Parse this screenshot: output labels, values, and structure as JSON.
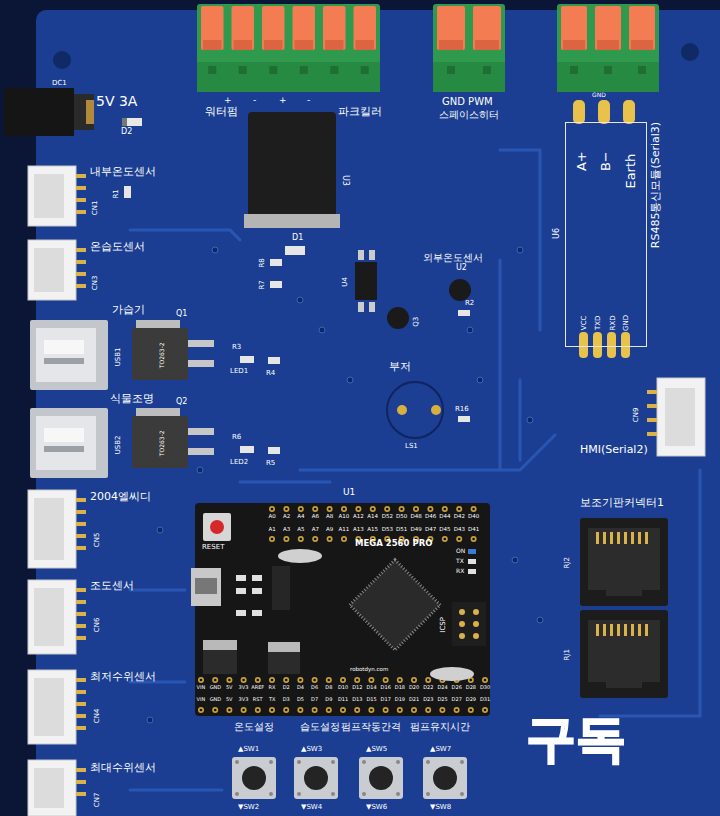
{
  "diagram": {
    "nodes": [
      {
        "text": [
          "U1",
          "MEGA 2560 PRO"
        ]
      },
      {
        "text": [
          "RS485통신모듈(Serial3)",
          "U6",
          "A+",
          "B−",
          "Earth",
          "VCC",
          "TXD",
          "RXD",
          "GND"
        ]
      }
    ],
    "labels": [
      "+",
      "-",
      "+",
      "-",
      "워터펌",
      "파크킬러",
      "GND PWM",
      "스페이스히터",
      "GND",
      "DC1",
      "5V 3A",
      "D2",
      "내부온도센서",
      "R1",
      "CN1",
      "온습도센서",
      "CN3",
      "U3",
      "D1",
      "R8",
      "R7",
      "U4",
      "외부온도센서",
      "U2",
      "R2",
      "Q3",
      "가습기",
      "Q1",
      "TO263-2",
      "R3",
      "LED1",
      "R4",
      "USB1",
      "식물조명",
      "Q2",
      "TO263-2",
      "R6",
      "LED2",
      "R5",
      "USB2",
      "부저",
      "R16",
      "LS1",
      "CN9",
      "HMI(Serial2)",
      "2004엘씨디",
      "CN5",
      "조도센서",
      "CN6",
      "최저수위센서",
      "CN4",
      "최대수위센서",
      "CN7",
      "보조기판커넥터1",
      "RJ2",
      "RJ1",
      "온도설정",
      "습도설정",
      "펌프작동간격",
      "펌프유지시간",
      "▲SW1",
      "▼SW2",
      "▲SW3",
      "▼SW4",
      "▲SW5",
      "▼SW6",
      "▲SW7",
      "▼SW8",
      "RESET",
      "ICSP",
      "robotdyn.com",
      "ON",
      "TX",
      "RX",
      "구독",
      "A0",
      "A2",
      "A4",
      "A6",
      "A8",
      "A10",
      "A12",
      "A14",
      "D52",
      "D50",
      "D48",
      "D46",
      "D44",
      "D42",
      "D40",
      "A1",
      "A3",
      "A5",
      "A7",
      "A9",
      "A11",
      "A13",
      "A15",
      "D53",
      "D51",
      "D49",
      "D47",
      "D45",
      "D43",
      "D41",
      "VIN",
      "GND",
      "5V",
      "3V3",
      "AREF",
      "RX",
      "D2",
      "D4",
      "D6",
      "D8",
      "D10",
      "D12",
      "D14",
      "D16",
      "D18",
      "D20",
      "D22",
      "D24",
      "D26",
      "D28",
      "D30",
      "VIN",
      "GND",
      "5V",
      "3V3",
      "RST",
      "TX",
      "D3",
      "D5",
      "D7",
      "D9",
      "D11",
      "D13",
      "D15",
      "D17",
      "D19",
      "D21",
      "D23",
      "D25",
      "D27",
      "D29",
      "D31"
    ]
  }
}
